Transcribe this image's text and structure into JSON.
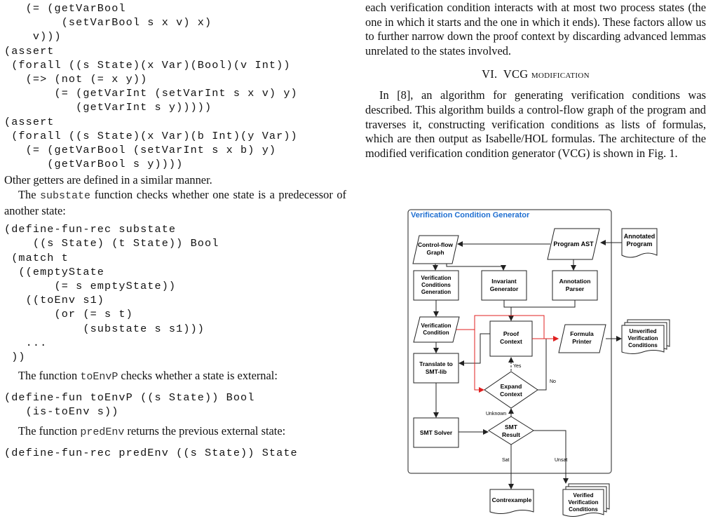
{
  "left": {
    "code_block_1": "   (= (getVarBool\n        (setVarBool s x v) x)\n    v)))\n(assert\n (forall ((s State)(x Var)(Bool)(v Int))\n   (=> (not (= x y))\n       (= (getVarInt (setVarInt s x v) y)\n          (getVarInt s y)))))\n(assert\n (forall ((s State)(x Var)(b Int)(y Var))\n   (= (getVarBool (setVarInt s x b) y)\n      (getVarBool s y))))",
    "para_getters": "Other getters are defined in a similar manner.",
    "para_substate_pre": "The ",
    "para_substate_code": "substate",
    "para_substate_post": " function checks whether one state is a predecessor of another state:",
    "code_block_2": "(define-fun-rec substate\n    ((s State) (t State)) Bool\n (match t\n  ((emptyState\n       (= s emptyState))\n   ((toEnv s1)\n       (or (= s t)\n           (substate s s1)))\n   ...\n ))",
    "para_toenvp_pre": "The function ",
    "para_toenvp_code": "toEnvP",
    "para_toenvp_post": " checks whether a state is external:",
    "code_block_3": "(define-fun toEnvP ((s State)) Bool\n   (is-toEnv s))",
    "para_predenv_pre": "The function ",
    "para_predenv_code": "predEnv",
    "para_predenv_post": " returns the previous external state:",
    "code_block_4": "(define-fun-rec predEnv ((s State)) State"
  },
  "right": {
    "para_intro": "each verification condition interacts with at most two process states (the one in which it starts and the one in which it ends). These factors allow us to further narrow down the proof context by discarding advanced lemmas unrelated to the states involved.",
    "section_number": "VI.",
    "section_title_first": "VCG",
    "section_title_rest": " modification",
    "para_vcg": "In [8], an algorithm for generating verification conditions was described. This algorithm builds a control-flow graph of the program and traverses it, constructing verification conditions as lists of formulas, which are then output as Isabelle/HOL formulas. The architecture of the modified verification condition generator (VCG) is shown in Fig. 1."
  },
  "figure": {
    "container_title": "Verification Condition Generator",
    "annotated_program": [
      "Annotated",
      "Program"
    ],
    "program_ast": "Program AST",
    "control_flow_graph": [
      "Control-flow",
      "Graph"
    ],
    "vc_generation": [
      "Verification",
      "Conditions",
      "Generation"
    ],
    "invariant_generator": [
      "Invariant",
      "Generator"
    ],
    "annotation_parser": [
      "Annotation",
      "Parser"
    ],
    "verification_condition": [
      "Verification",
      "Condition"
    ],
    "proof_context": [
      "Proof",
      "Context"
    ],
    "formula_printer": [
      "Formula",
      "Printer"
    ],
    "unverified_vcs": [
      "Unverified",
      "Verification",
      "Conditions"
    ],
    "translate_smt": [
      "Translate to",
      "SMT-lib"
    ],
    "expand_context": [
      "Expand",
      "Context"
    ],
    "smt_solver": "SMT Solver",
    "smt_result": [
      "SMT",
      "Result"
    ],
    "contrexample": "Contrexample",
    "verified_vcs": [
      "Verified",
      "Verification",
      "Conditions"
    ],
    "label_yes": "Yes",
    "label_no": "No",
    "label_unknown": "Unknown",
    "label_sat": "Sat",
    "label_unsat": "Unsat",
    "colors": {
      "title_blue": "#1f6fd1",
      "arrow_red": "#e02020",
      "stroke": "#222222"
    }
  }
}
